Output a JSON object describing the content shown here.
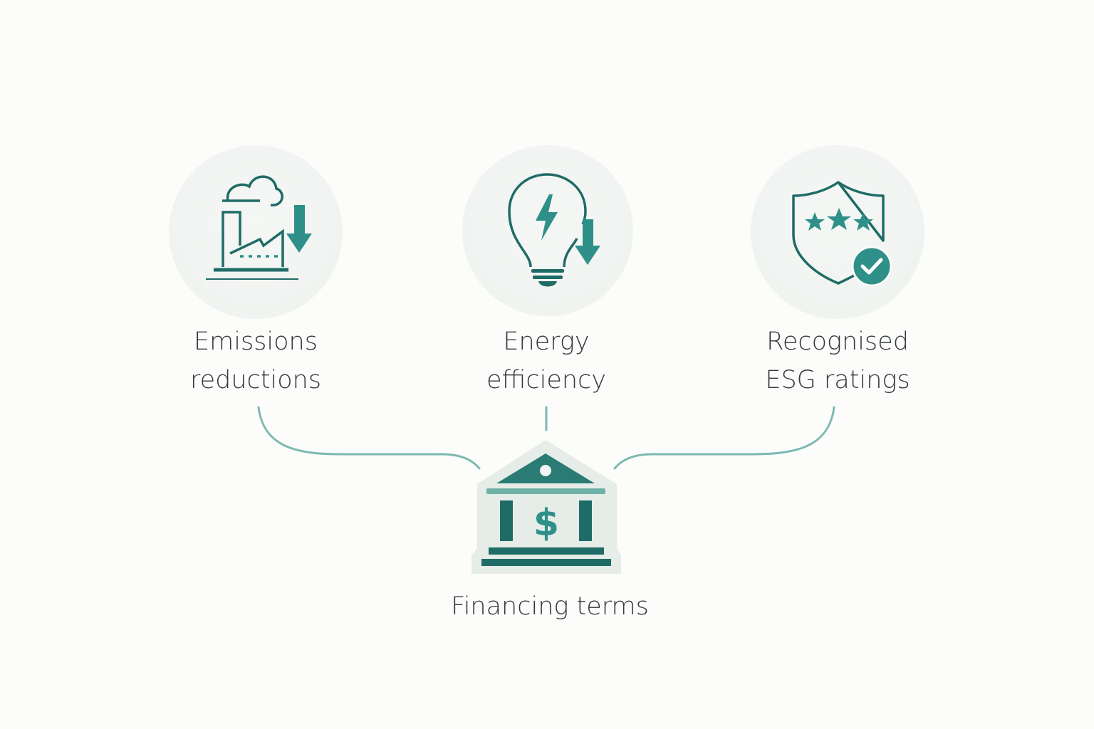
{
  "nodes": [
    {
      "id": "emissions",
      "line1": "Emissions",
      "line2": "reductions",
      "icon": "factory-emissions-down-icon"
    },
    {
      "id": "energy",
      "line1": "Energy",
      "line2": "efficiency",
      "icon": "lightbulb-energy-down-icon"
    },
    {
      "id": "esg",
      "line1": "Recognised",
      "line2": "ESG ratings",
      "icon": "shield-stars-check-icon"
    }
  ],
  "target": {
    "label": "Financing terms",
    "icon": "bank-dollar-icon",
    "dollar": "$"
  },
  "colors": {
    "dark": "#1f6b66",
    "accent": "#2e9088",
    "connector": "#7db9b1",
    "text": "#333a3a"
  }
}
